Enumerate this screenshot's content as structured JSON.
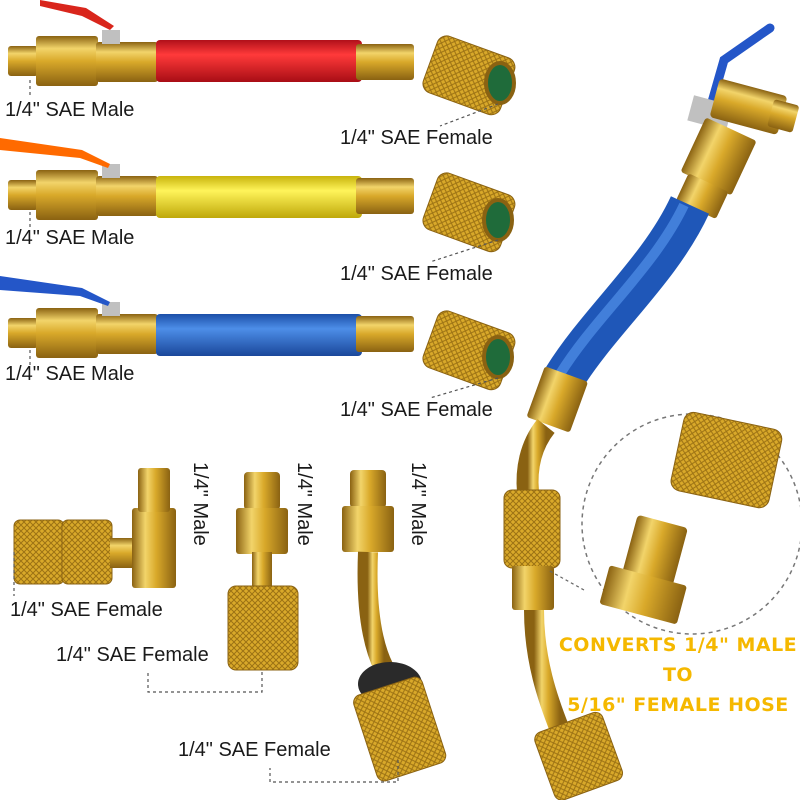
{
  "colors": {
    "brass": "#d9a92a",
    "brass_light": "#f2d46a",
    "brass_dark": "#a8791a",
    "hose_red": "#ee1c25",
    "hose_yellow": "#f7e21b",
    "hose_blue": "#2f6fd0",
    "handle_red": "#d9261c",
    "handle_orange": "#ff6a00",
    "handle_blue": "#2456c8",
    "callout_text": "#f5b800"
  },
  "hoses": [
    {
      "color": "red",
      "male_label": "1/4\" SAE Male",
      "female_label": "1/4\" SAE Female"
    },
    {
      "color": "yellow",
      "male_label": "1/4\" SAE Male",
      "female_label": "1/4\" SAE Female"
    },
    {
      "color": "blue",
      "male_label": "1/4\" SAE Male",
      "female_label": "1/4\" SAE Female"
    }
  ],
  "adapters": [
    {
      "type": "90-degree",
      "male_label": "1/4\" Male",
      "female_label": "1/4\" SAE Female"
    },
    {
      "type": "straight",
      "male_label": "1/4\" Male",
      "female_label": "1/4\" SAE Female"
    },
    {
      "type": "45-degree",
      "male_label": "1/4\" Male",
      "female_label": "1/4\" SAE Female"
    }
  ],
  "callout": {
    "line1": "CONVERTS 1/4\" MALE TO",
    "line2": "5/16\" FEMALE HOSE"
  }
}
